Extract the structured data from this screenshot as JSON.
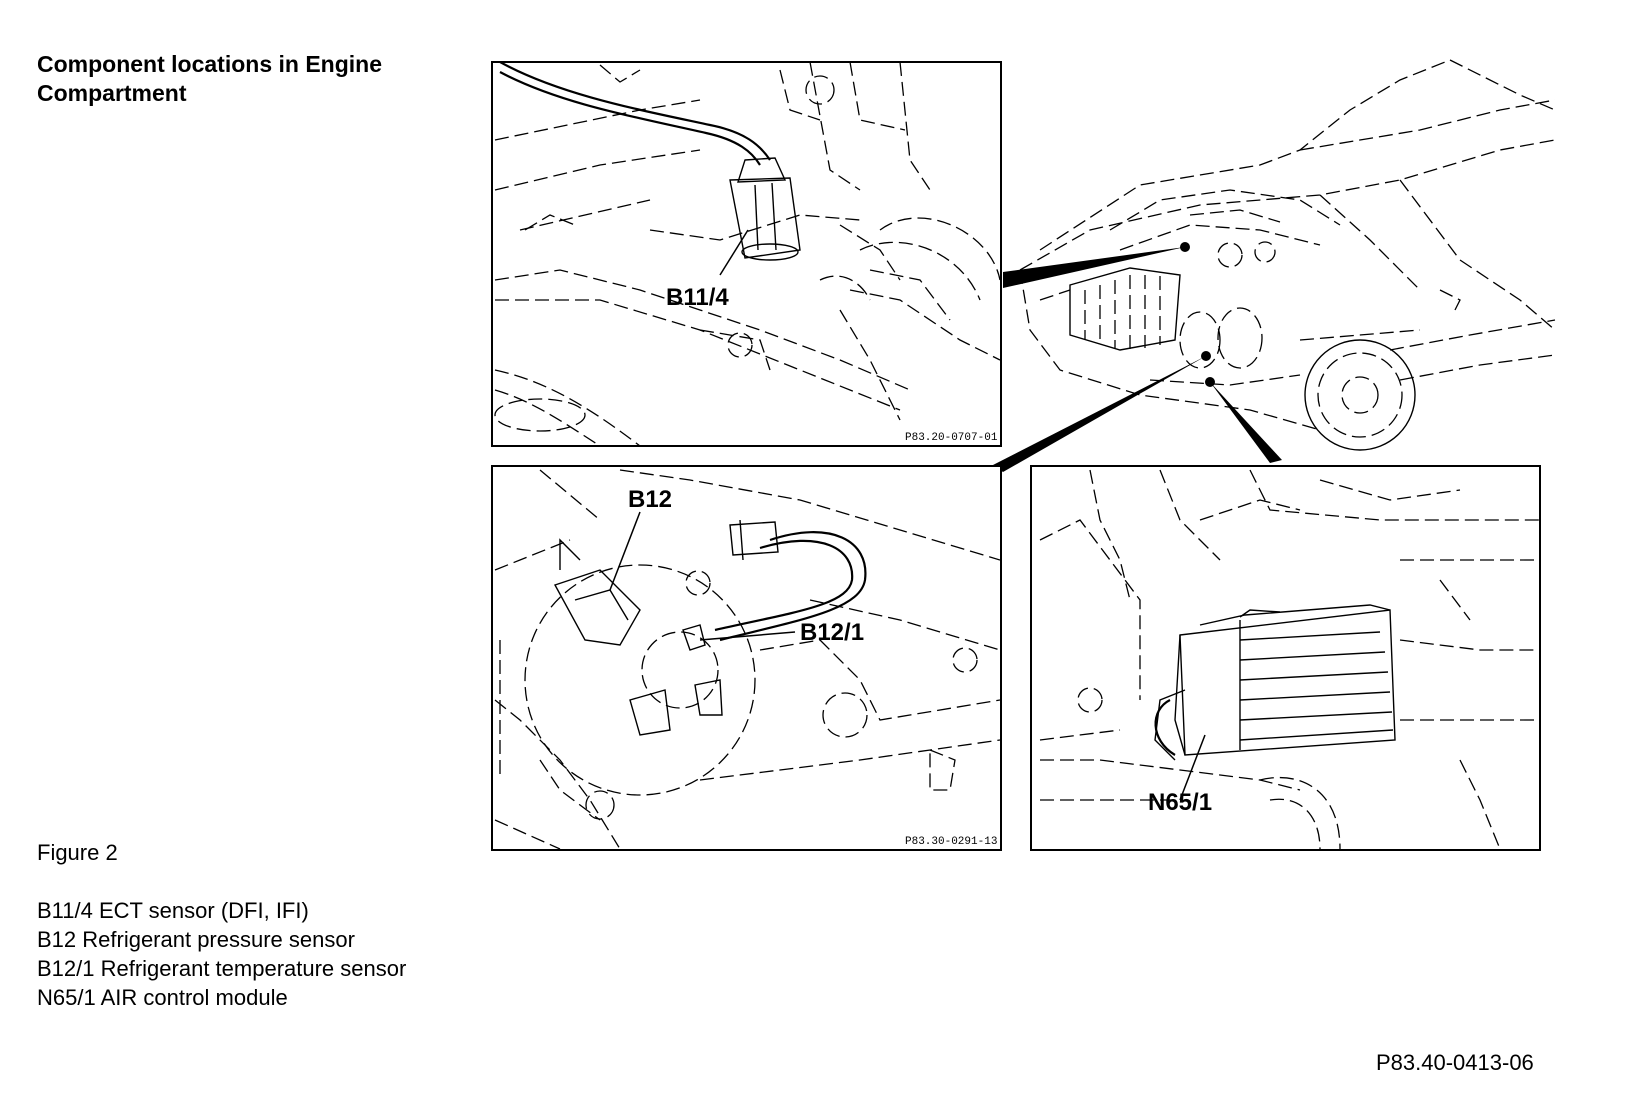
{
  "title": "Component locations in Engine Compartment",
  "figure_label": "Figure 2",
  "legend": [
    "B11/4 ECT sensor (DFI, IFI)",
    "B12 Refrigerant pressure sensor",
    "B12/1 Refrigerant temperature sensor",
    "N65/1 AIR control module"
  ],
  "reference_code": "P83.40-0413-06",
  "panels": {
    "top_left": {
      "callout": "B11/4",
      "code": "P83.20-0707-01"
    },
    "bottom_left": {
      "callout_a": "B12",
      "callout_b": "B12/1",
      "code": "P83.30-0291-13"
    },
    "bottom_right": {
      "callout": "N65/1"
    }
  }
}
